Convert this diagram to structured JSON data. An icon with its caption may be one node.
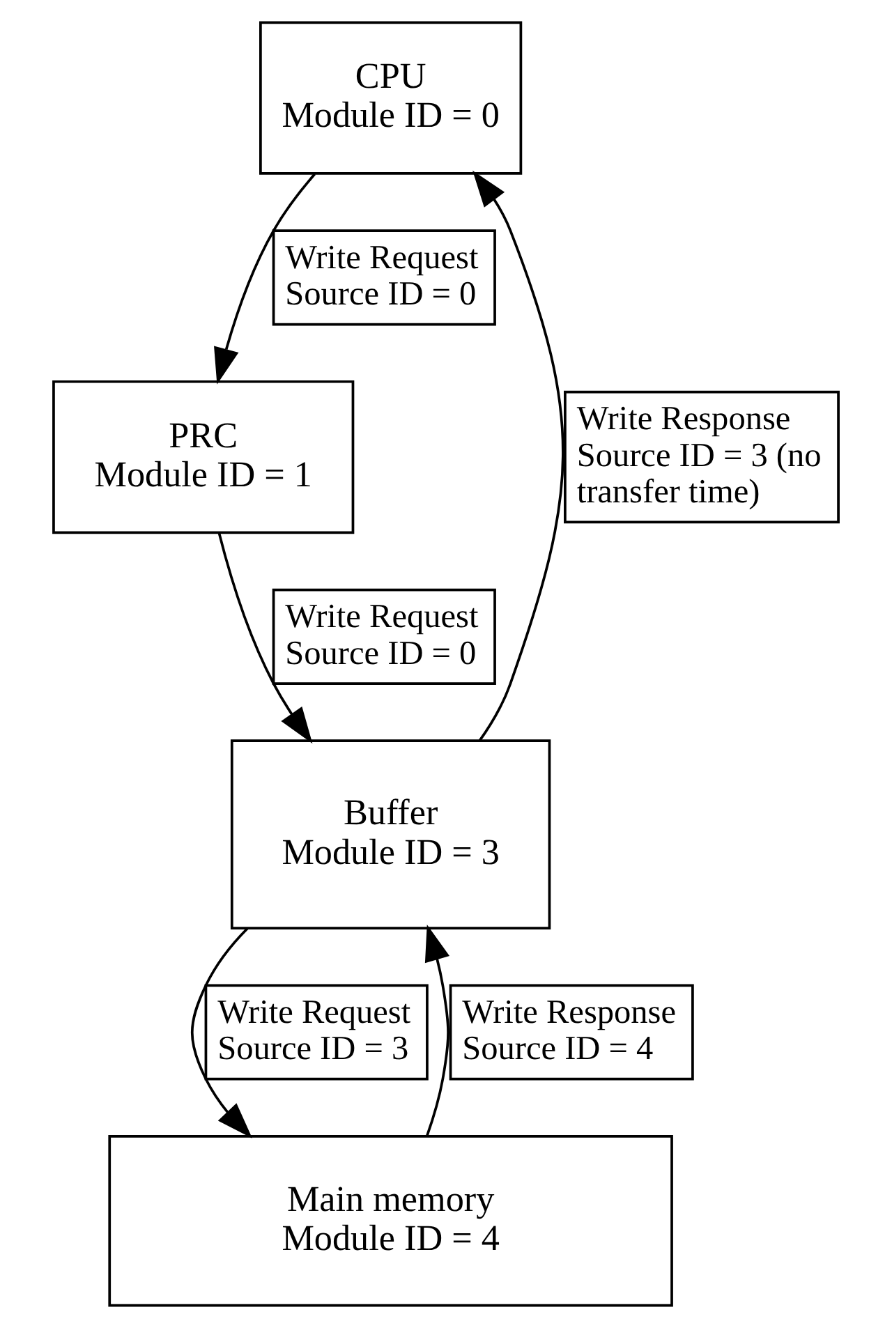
{
  "diagram": {
    "nodes": [
      {
        "text": [
          "CPU",
          "Module ID = 0"
        ]
      },
      {
        "text": [
          "PRC",
          "Module ID = 1"
        ]
      },
      {
        "text": [
          "Buffer",
          "Module ID = 3"
        ]
      },
      {
        "text": [
          "Main memory",
          "Module ID = 4"
        ]
      }
    ],
    "edges": [
      {
        "from": 0,
        "to": 1,
        "arrow": "to",
        "label": "Write Request Source ID = 0"
      },
      {
        "from": 1,
        "to": 2,
        "arrow": "to",
        "label": "Write Request Source ID = 0"
      },
      {
        "from": 2,
        "to": 0,
        "arrow": "to",
        "label": "Write Response Source ID = 3 (no transfer time)"
      },
      {
        "from": 2,
        "to": 3,
        "arrow": "to",
        "label": "Write Request Source ID = 3"
      },
      {
        "from": 3,
        "to": 2,
        "arrow": "to",
        "label": "Write Response Source ID = 4"
      }
    ]
  }
}
